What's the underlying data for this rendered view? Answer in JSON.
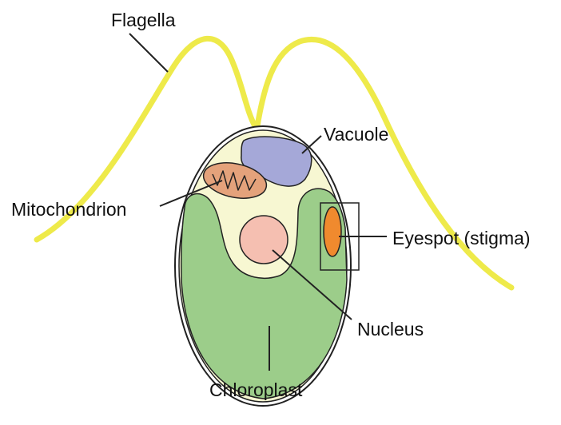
{
  "diagram": {
    "labels": {
      "flagella": "Flagella",
      "vacuole": "Vacuole",
      "mitochondrion": "Mitochondrion",
      "eyespot": "Eyespot (stigma)",
      "nucleus": "Nucleus",
      "chloroplast": "Chloroplast"
    },
    "colors": {
      "flagella": "#eeea4a",
      "cytoplasm": "#f7f7d2",
      "chloroplast": "#9ccd8a",
      "vacuole": "#a5a8d8",
      "mitochondrion": "#e4a27b",
      "nucleus": "#f5bfb1",
      "eyespot": "#f08a2e",
      "outline": "#222222",
      "background": "#ffffff"
    }
  }
}
